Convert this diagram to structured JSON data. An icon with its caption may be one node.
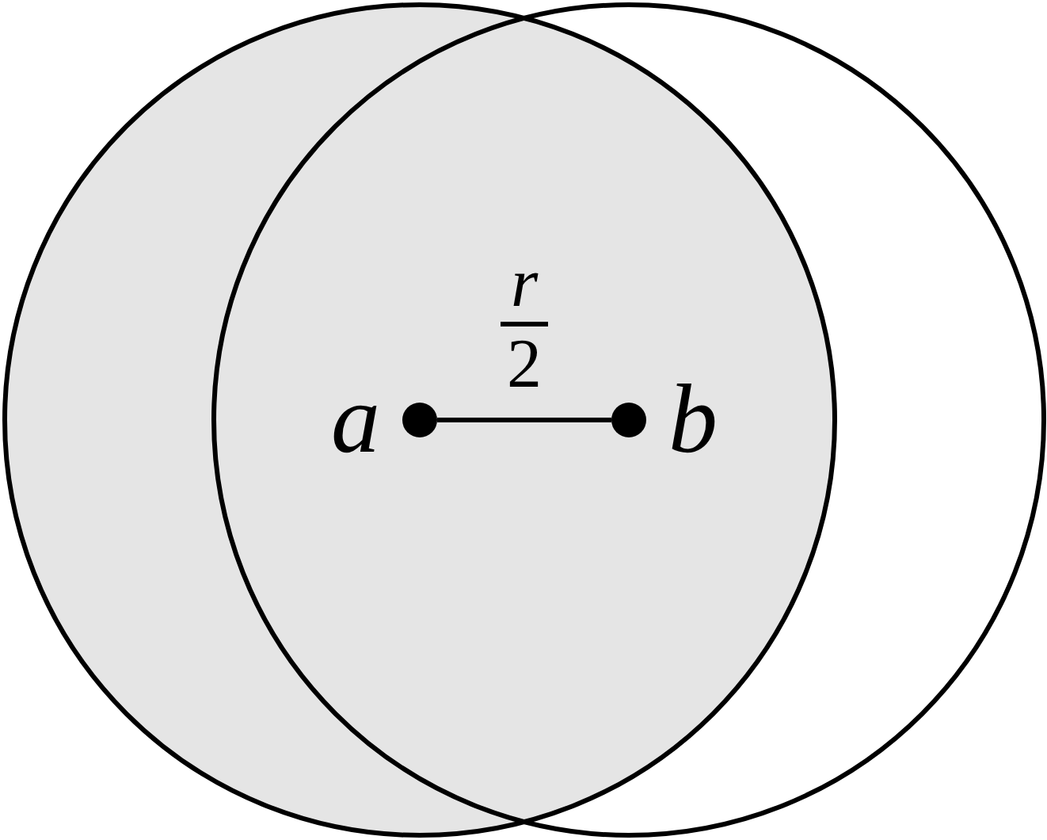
{
  "diagram": {
    "nodes": [
      {
        "text": [
          "a"
        ]
      },
      {
        "text": [
          "b"
        ]
      }
    ],
    "edges": [
      {
        "from": 0,
        "to": 1,
        "arrow": "none",
        "label": "r/2"
      }
    ]
  }
}
